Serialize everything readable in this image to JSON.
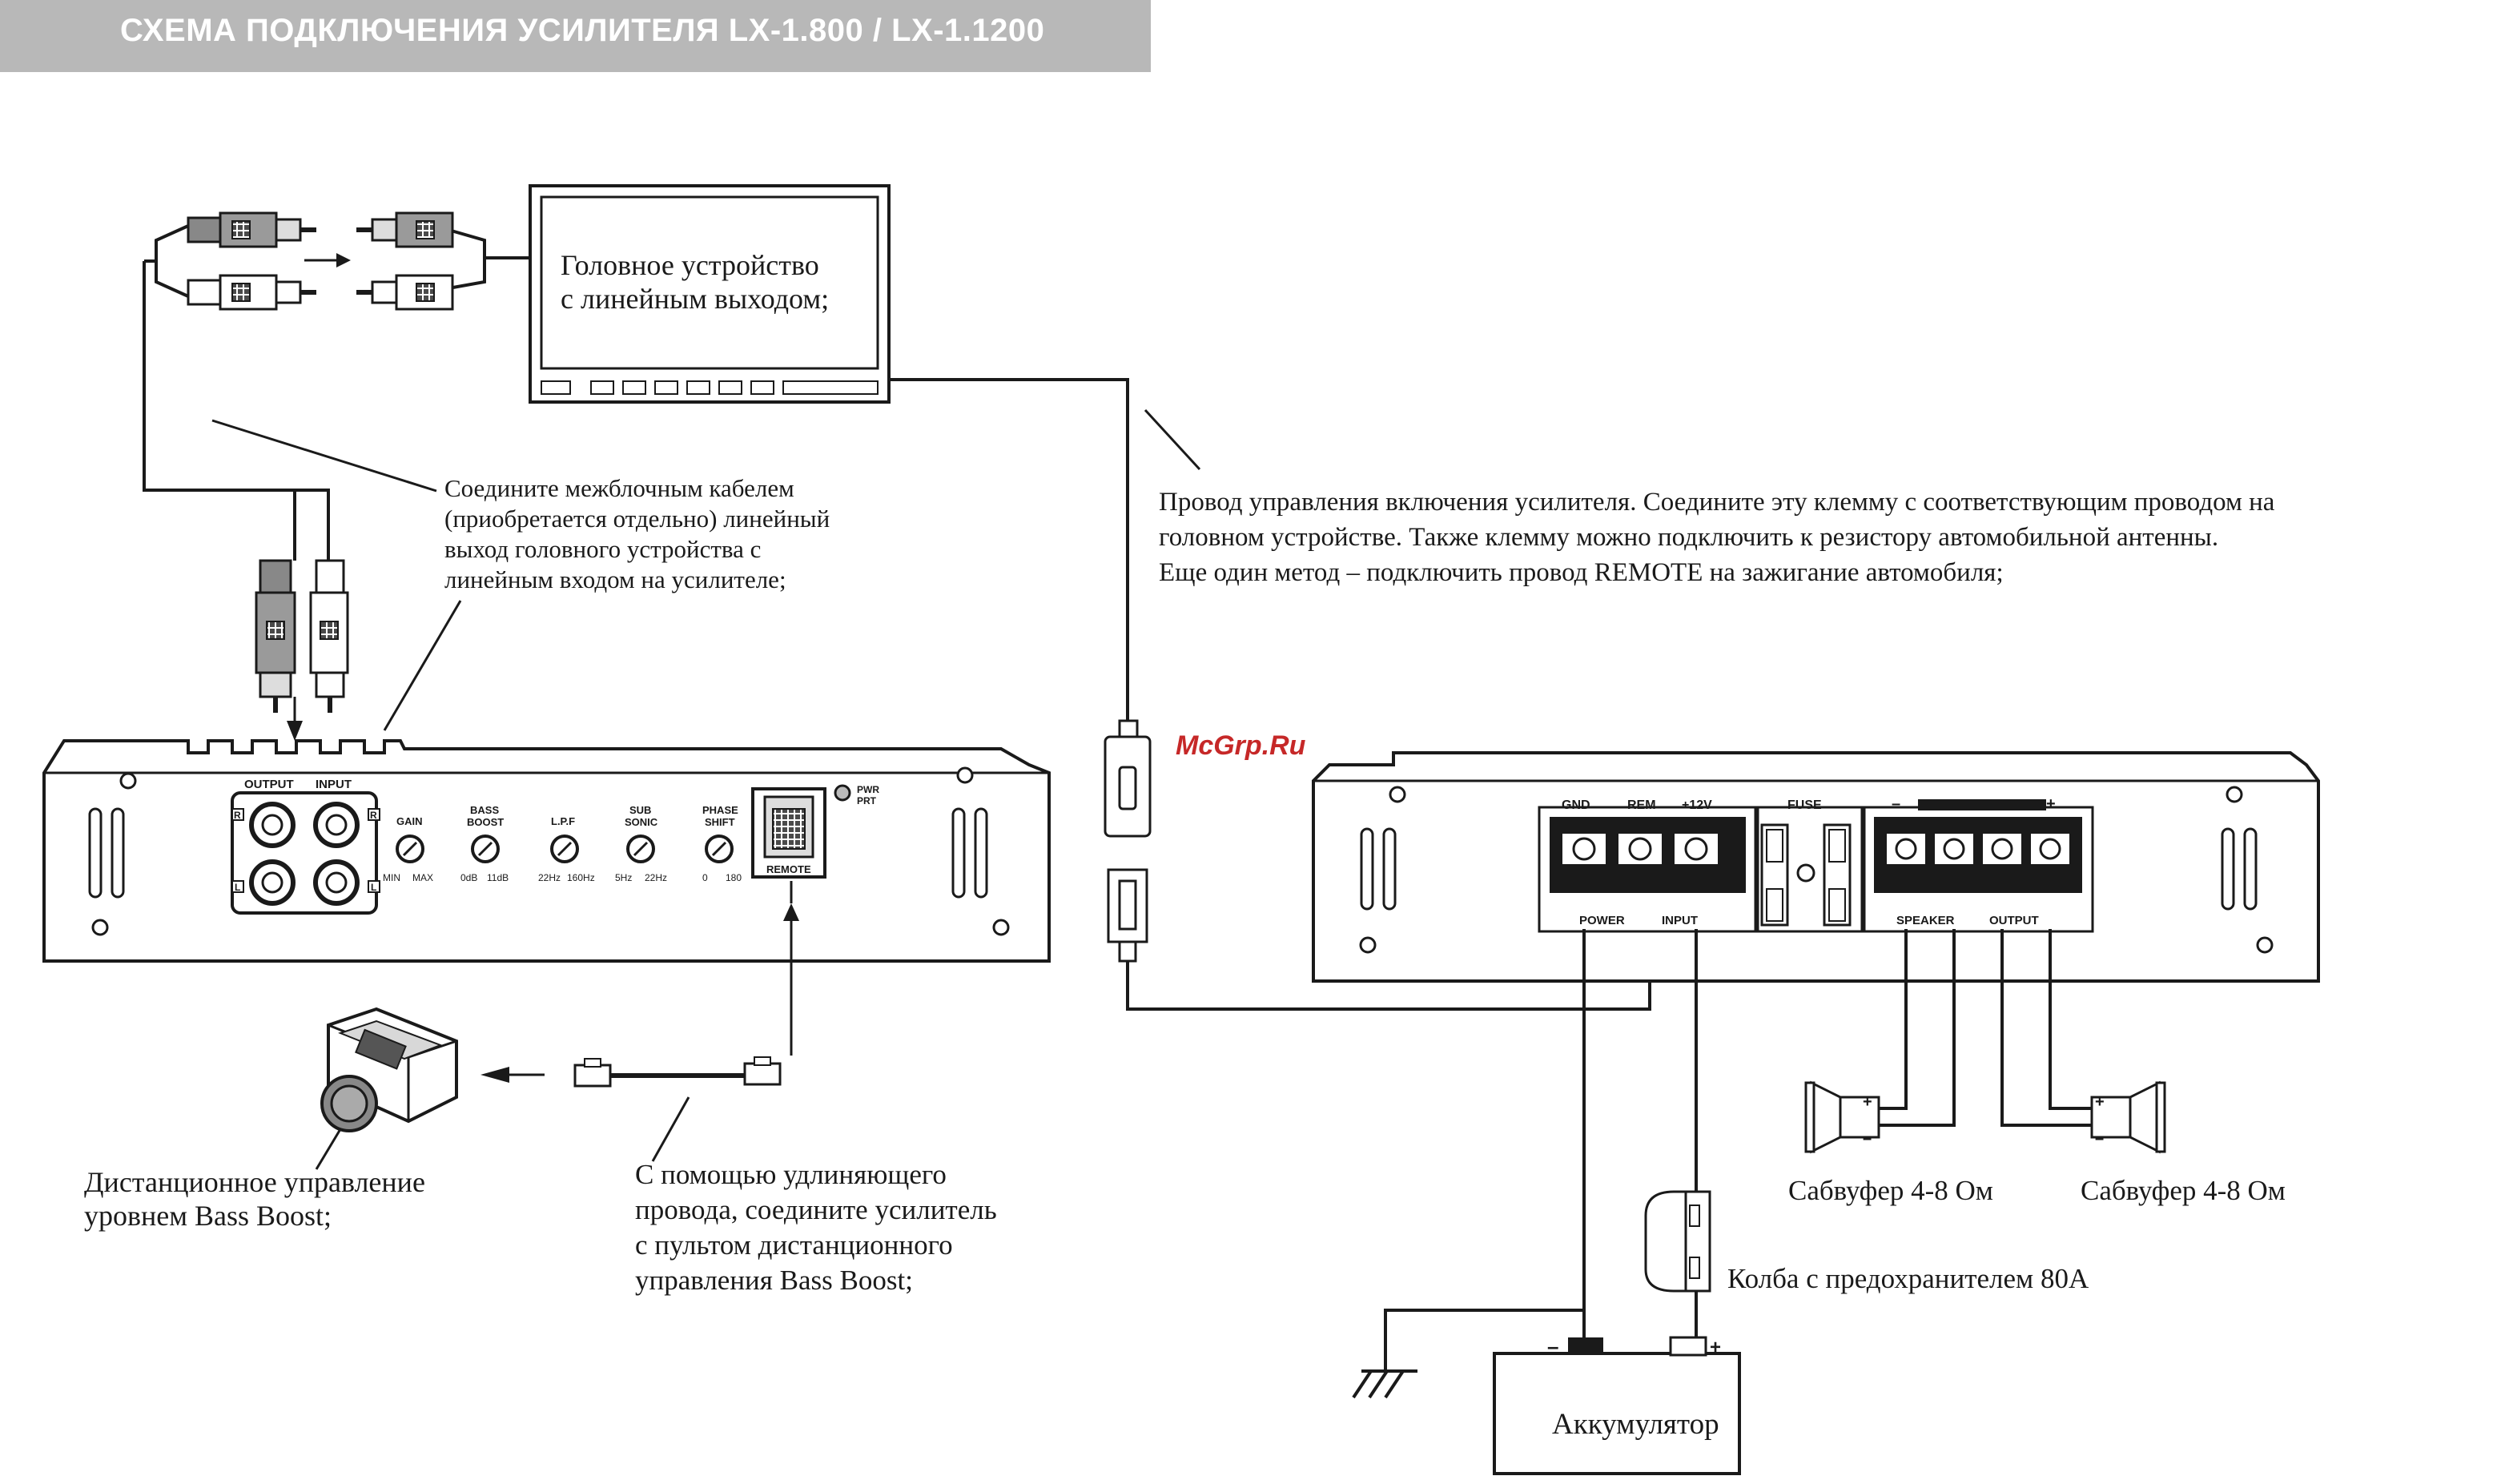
{
  "header": {
    "title": "СХЕМА ПОДКЛЮЧЕНИЯ УСИЛИТЕЛЯ LX-1.800 / LX-1.1200"
  },
  "watermark": "McGrp.Ru",
  "head_unit": {
    "line1": "Головное устройство",
    "line2": "с линейным выходом;"
  },
  "notes": {
    "interconnect": [
      "Соедините межблочным кабелем",
      "(приобретается отдельно) линейный",
      "выход головного устройства с",
      "линейным входом на усилителе;"
    ],
    "remote_wire": [
      "Провод управления включения усилителя. Соедините эту клемму с соответствующим проводом на",
      "головном устройстве. Также клемму можно подключить к резистору автомобильной антенны.",
      "Еще один метод – подключить провод REMOTE на зажигание автомобиля;"
    ],
    "bass_remote": [
      "Дистанционное управление",
      "уровнем Bass Boost;"
    ],
    "extension": [
      "С помощью удлиняющего",
      "провода, соедините усилитель",
      "с пультом дистанционного",
      "управления Bass Boost;"
    ],
    "fuse_holder": "Колба с предохранителем 80А",
    "subwoofer_left": "Сабвуфер 4-8 Ом",
    "subwoofer_right": "Сабвуфер 4-8 Ом",
    "battery": "Аккумулятор"
  },
  "front_panel": {
    "output": "OUTPUT",
    "input": "INPUT",
    "r": "R",
    "l": "L",
    "gain": {
      "label": "GAIN",
      "min": "MIN",
      "max": "MAX"
    },
    "bass_boost": {
      "label1": "BASS",
      "label2": "BOOST",
      "min": "0dB",
      "max": "11dB"
    },
    "lpf": {
      "label": "L.P.F",
      "min": "22Hz",
      "max": "160Hz"
    },
    "subsonic": {
      "label1": "SUB",
      "label2": "SONIC",
      "min": "5Hz",
      "max": "22Hz"
    },
    "phase": {
      "label1": "PHASE",
      "label2": "SHIFT",
      "min": "0",
      "max": "180"
    },
    "remote": "REMOTE",
    "pwr": "PWR",
    "prt": "PRT"
  },
  "rear_panel": {
    "gnd": "GND",
    "rem": "REM",
    "plus12": "+12V",
    "fuse": "FUSE",
    "power": "POWER",
    "input": "INPUT",
    "speaker": "SPEAKER",
    "output": "OUTPUT"
  },
  "polarity": {
    "plus": "+",
    "minus": "–"
  }
}
